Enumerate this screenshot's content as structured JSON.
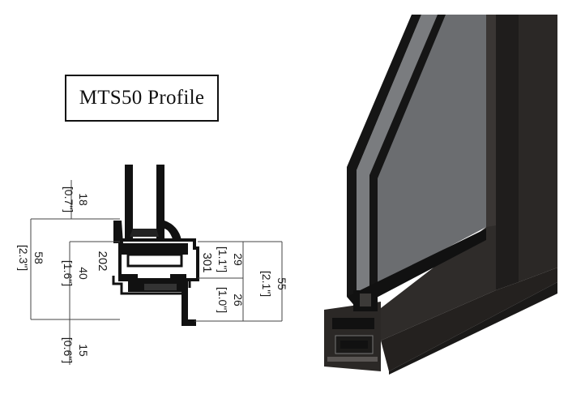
{
  "title": "MTS50 Profile",
  "colors": {
    "frame_dark": "#2b2826",
    "frame_edge": "#1a1918",
    "glass": "#6b6d70",
    "glass_light": "#8a8c8f",
    "profile_black": "#111111",
    "dimension_line": "#444444"
  },
  "dimensions": {
    "glass_top": {
      "value": "18",
      "inch": "[0.7\"]"
    },
    "overall_left": {
      "value": "58",
      "inch": "[2.3\"]"
    },
    "inner_left": {
      "value": "40",
      "inch": "[1.6\"]"
    },
    "chamber_left": {
      "value": "202"
    },
    "chamber_right": {
      "value": "301"
    },
    "upper_right": {
      "value": "29",
      "inch": "[1.1\"]"
    },
    "lower_right": {
      "value": "26",
      "inch": "[1.0\"]"
    },
    "overall_right": {
      "value": "55",
      "inch": "[2.1\"]"
    },
    "bottom_left": {
      "value": "15",
      "inch": "[0.6\"]"
    }
  }
}
